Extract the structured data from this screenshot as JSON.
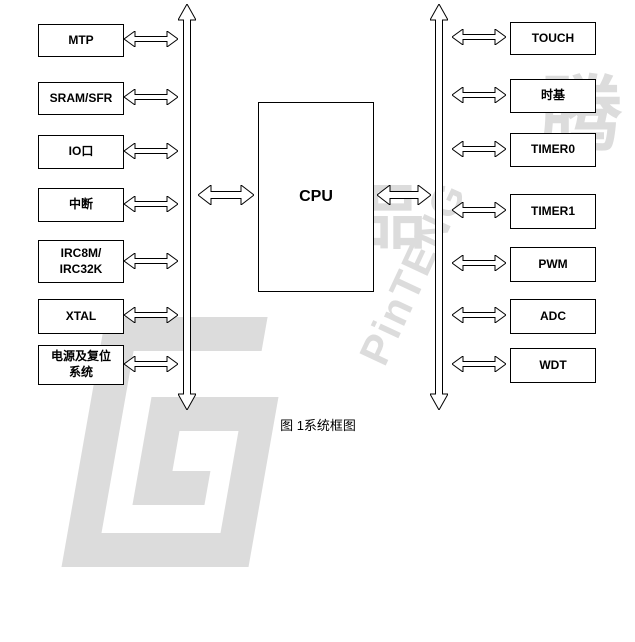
{
  "caption": "图  1系统框图",
  "cpu": {
    "label": "CPU"
  },
  "left_blocks": [
    {
      "label": "MTP"
    },
    {
      "label": "SRAM/SFR"
    },
    {
      "label": "IO口"
    },
    {
      "label": "中断"
    },
    {
      "label": "IRC8M/\nIRC32K"
    },
    {
      "label": "XTAL"
    },
    {
      "label": "电源及复位\n系统"
    }
  ],
  "right_blocks": [
    {
      "label": "TOUCH"
    },
    {
      "label": "时基"
    },
    {
      "label": "TIMER0"
    },
    {
      "label": "TIMER1"
    },
    {
      "label": "PWM"
    },
    {
      "label": "ADC"
    },
    {
      "label": "WDT"
    }
  ],
  "watermark": {
    "cn_char_1": "品",
    "cn_char_2": "腾",
    "en_text": "PinTENG"
  },
  "colors": {
    "line": "#000000",
    "background": "#ffffff",
    "watermark": "#dcdcdc"
  }
}
